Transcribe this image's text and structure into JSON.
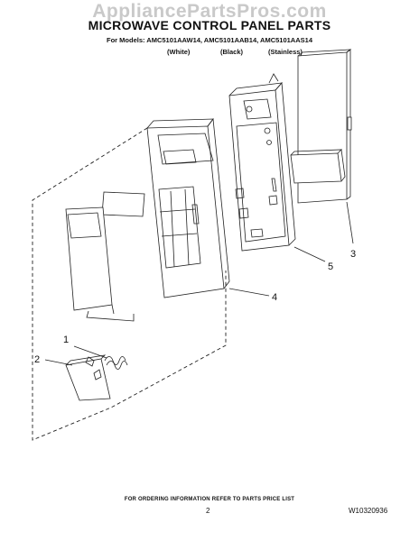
{
  "watermark": "AppliancePartsPros.com",
  "header": {
    "title": "MICROWAVE CONTROL PANEL PARTS",
    "models": "For Models: AMC5101AAW14, AMC5101AAB14, AMC5101AAS14",
    "finishes": [
      "(White)",
      "(Black)",
      "(Stainless)"
    ]
  },
  "callouts": [
    "1",
    "2",
    "3",
    "4",
    "5"
  ],
  "footer": {
    "note": "FOR ORDERING INFORMATION REFER TO PARTS PRICE LIST",
    "page": "2",
    "doc_number": "W10320936"
  }
}
